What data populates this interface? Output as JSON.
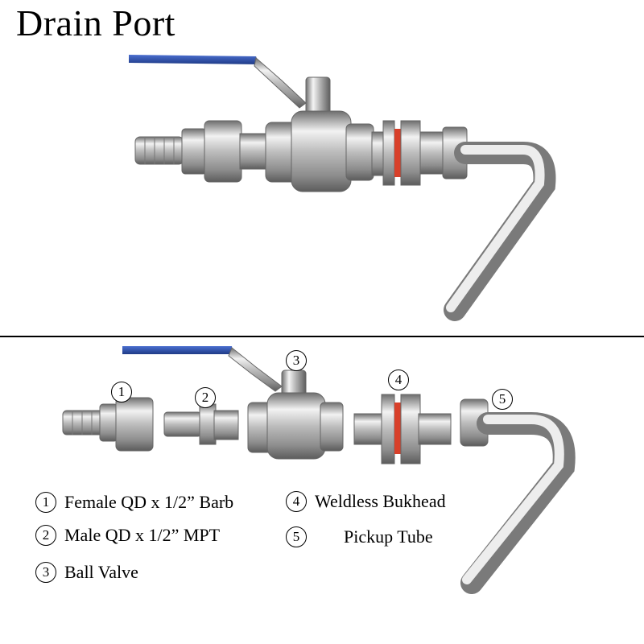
{
  "title": "Drain Port",
  "parts": [
    {
      "num": "1",
      "label": "Female QD x 1/2” Barb"
    },
    {
      "num": "2",
      "label": "Male QD x 1/2” MPT"
    },
    {
      "num": "3",
      "label": "Ball Valve"
    },
    {
      "num": "4",
      "label": "Weldless Bukhead"
    },
    {
      "num": "5",
      "label": "Pickup Tube"
    }
  ],
  "colors": {
    "handle": "#2b4fa8",
    "steel_light": "#e6e6e6",
    "steel_dark": "#8a8a8a",
    "gasket": "#d8402a"
  }
}
